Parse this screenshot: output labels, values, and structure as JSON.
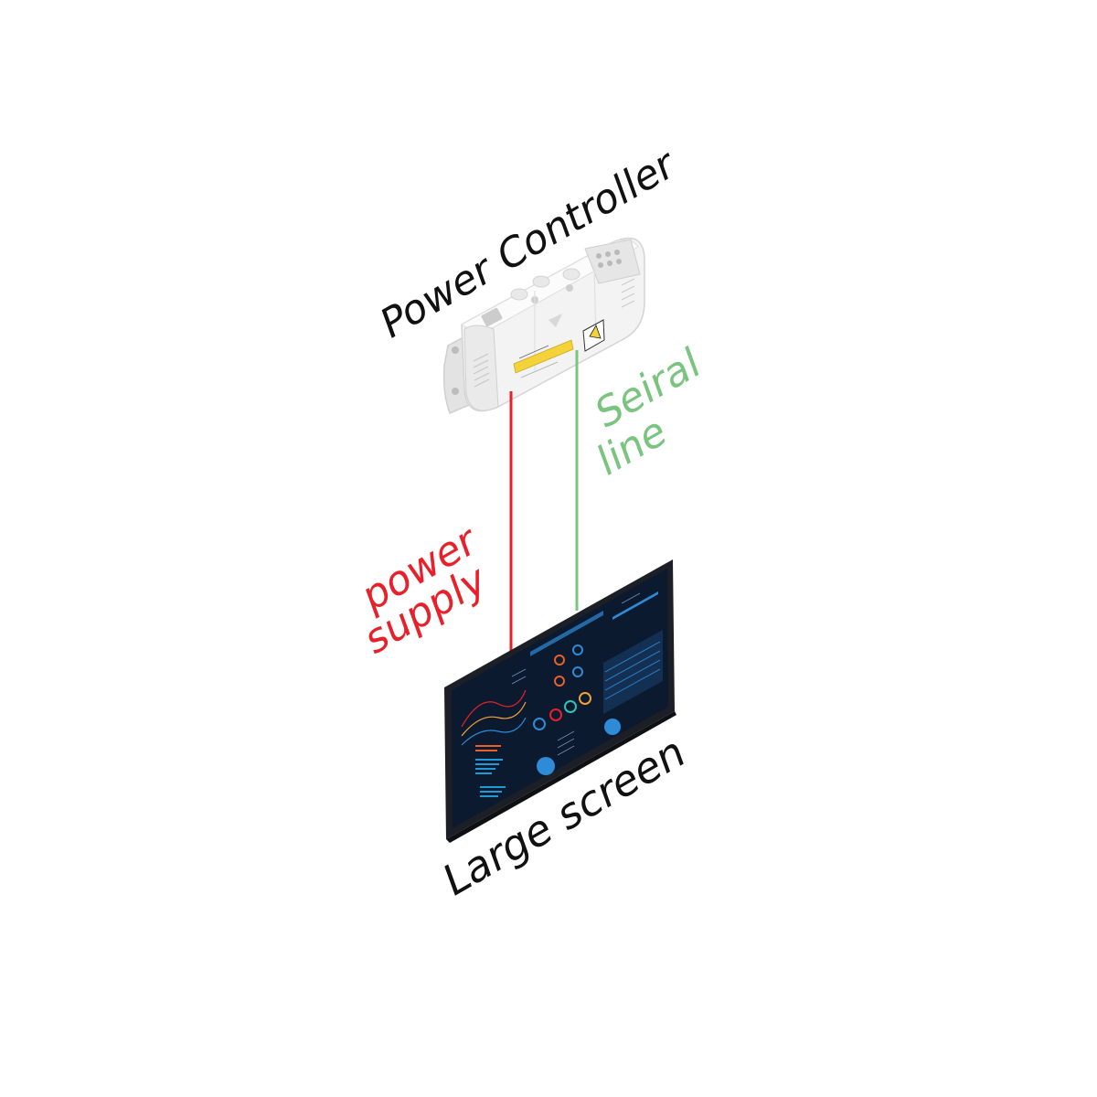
{
  "labels": {
    "controller": "Power Controller",
    "power_line_1": "power",
    "power_line_2": "supply",
    "serial_line_1": "Seiral",
    "serial_line_2": "line",
    "screen": "Large screen"
  },
  "colors": {
    "power": "#e8202a",
    "serial": "#79c47f",
    "text": "#111111",
    "device_body": "#f2f2f2",
    "screen_bezel": "#1c1f26",
    "screen_bg": "#0b1a2e",
    "screen_accent": "#2e8bd8"
  },
  "icons": {
    "controller": "power-controller-device",
    "screen": "monitor-dashboard"
  }
}
